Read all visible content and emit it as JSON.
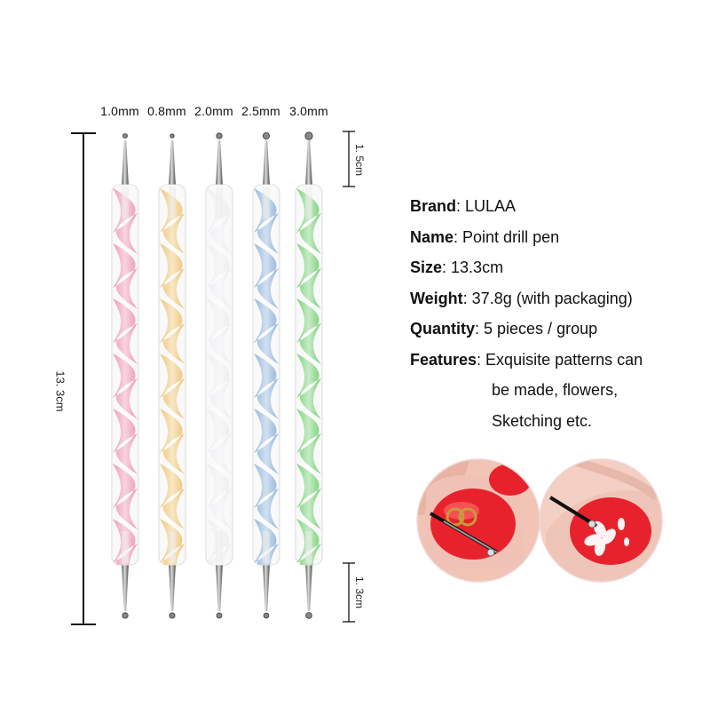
{
  "product": {
    "tip_sizes": [
      "1.0mm",
      "0.8mm",
      "2.0mm",
      "2.5mm",
      "3.0mm"
    ],
    "pen_colors": [
      "#e8789c",
      "#e9b24a",
      "#e6e8ec",
      "#6e9fd0",
      "#4cc24c"
    ],
    "dimension_total": "13. 3cm",
    "dimension_top_tip": "1. 5cm",
    "dimension_bottom_tip": "1. 3cm"
  },
  "specs": {
    "brand_label": "Brand",
    "brand_value": ": LULAA",
    "name_label": "Name",
    "name_value": ": Point drill pen",
    "size_label": "Size",
    "size_value": ": 13.3cm",
    "weight_label": "Weight",
    "weight_value": ": 37.8g (with packaging)",
    "quantity_label": "Quantity",
    "quantity_value": ": 5 pieces / group",
    "features_label": "Features",
    "features_line1": ": Exquisite patterns can",
    "features_line2": "be made, flowers,",
    "features_line3": "Sketching etc."
  },
  "colors": {
    "nail_red": "#e8222c",
    "skin": "#f3c9bd",
    "outline": "#111111"
  }
}
